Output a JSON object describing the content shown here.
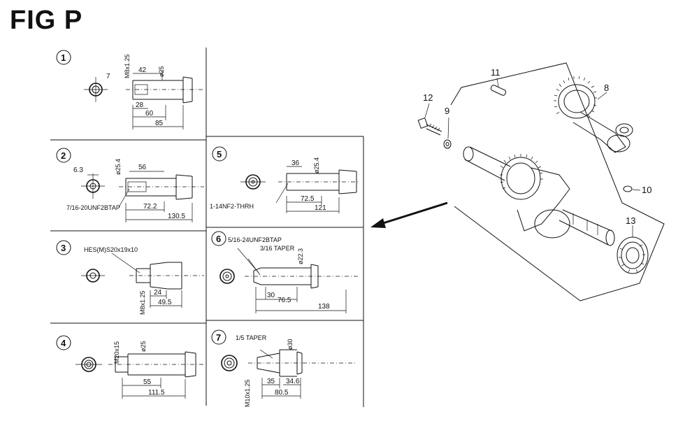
{
  "figure": {
    "title": "FIG P"
  },
  "options": [
    {
      "no": "1",
      "dims": [
        "7",
        "M8x1.25",
        "42",
        "ø25",
        "28",
        "60",
        "85"
      ]
    },
    {
      "no": "2",
      "dims": [
        "6.3",
        "ø25.4",
        "56",
        "72.2",
        "130.5"
      ],
      "note": "7/16-20UNF2BTAP"
    },
    {
      "no": "3",
      "dims": [
        "24",
        "49.5",
        "M8x1.25"
      ],
      "note": "HES(M)S20x19x10"
    },
    {
      "no": "4",
      "dims": [
        "M20x15",
        "ø25",
        "55",
        "111.5"
      ]
    },
    {
      "no": "5",
      "dims": [
        "36",
        "ø25.4",
        "72.5",
        "121"
      ],
      "note": "1-14NF2-THRH"
    },
    {
      "no": "6",
      "dims": [
        "ø22.3",
        "30",
        "76.5",
        "138"
      ],
      "note": "5/16-24UNF2BTAP",
      "note2": "3/16 TAPER"
    },
    {
      "no": "7",
      "dims": [
        "ø30",
        "35",
        "34.6",
        "80.5",
        "M10x1.25"
      ],
      "note": "1/5 TAPER"
    }
  ],
  "parts": [
    "8",
    "9",
    "10",
    "11",
    "12",
    "13"
  ],
  "colors": {
    "ink": "#111111",
    "paper": "#ffffff"
  }
}
